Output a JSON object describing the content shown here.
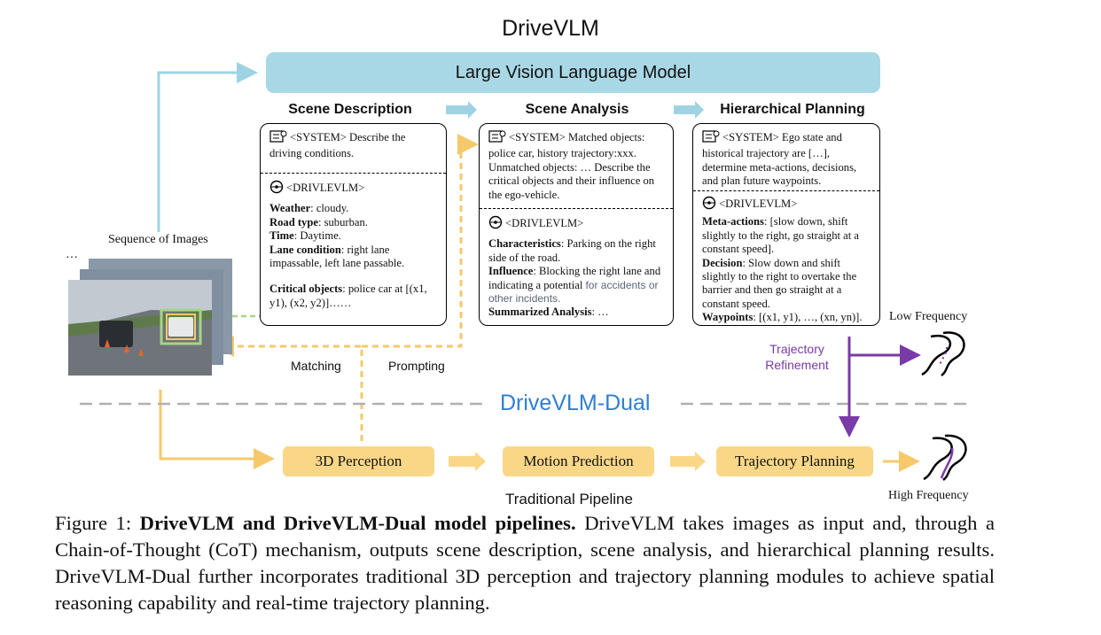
{
  "title": "DriveVLM",
  "llm_bar": "Large Vision Language Model",
  "stages": {
    "scene_description": "Scene Description",
    "scene_analysis": "Scene Analysis",
    "hierarchical_planning": "Hierarchical Planning"
  },
  "panel_description": {
    "system": "<SYSTEM> Describe the driving conditions.",
    "drivelvlm": "<DRIVLEVLM>",
    "weather_k": "Weather",
    "weather_v": ": cloudy.",
    "road_k": "Road type",
    "road_v": ": suburban.",
    "time_k": "Time",
    "time_v": ": Daytime.",
    "lane_k": "Lane condition",
    "lane_v": ": right lane impassable, left lane passable.",
    "critical_k": "Critical objects",
    "critical_v": ": police car at [(x1, y1), (x2, y2)]……"
  },
  "panel_analysis": {
    "system": "<SYSTEM> Matched objects: police car, history trajectory:xxx. Unmatched objects: … Describe the critical objects and their influence on the ego-vehicle.",
    "drivelvlm": "<DRIVLEVLM>",
    "char_k": "Characteristics",
    "char_v": ": Parking on the right side of the road.",
    "infl_k": "Influence",
    "infl_v": ": Blocking the right lane and indicating a potential ",
    "infl_v2": "for accidents or other incidents.",
    "sum_k": "Summarized Analysis",
    "sum_v": ": …"
  },
  "panel_planning": {
    "system": "<SYSTEM> Ego state and historical trajectory are […], determine meta-actions, decisions, and plan future waypoints.",
    "drivelvlm": "<DRIVLEVLM>",
    "meta_k": "Meta-actions",
    "meta_v": ": [slow down, shift slightly to the right, go straight at a constant speed].",
    "dec_k": "Decision",
    "dec_v": ": Slow down and shift slightly to the right to overtake the barrier and then go straight at a constant speed.",
    "way_k": "Waypoints",
    "way_v": ": [(x1, y1), …, (xn, yn)]."
  },
  "labels": {
    "sequence": "Sequence of Images",
    "ellipsis": "…",
    "matching": "Matching",
    "prompting": "Prompting",
    "dual": "DriveVLM-Dual",
    "refinement": "Trajectory Refinement",
    "low_freq": "Low Frequency",
    "high_freq": "High Frequency",
    "traditional": "Traditional Pipeline"
  },
  "pipeline": [
    "3D Perception",
    "Motion Prediction",
    "Trajectory Planning"
  ],
  "caption": {
    "prefix": "Figure 1: ",
    "bold": "DriveVLM and DriveVLM-Dual model pipelines.",
    "text": " DriveVLM takes images as input and, through a Chain-of-Thought (CoT) mechanism, outputs scene description, scene analysis, and hierarchical planning results. DriveVLM-Dual further incorporates traditional 3D perception and trajectory planning modules to achieve spatial reasoning capability and real-time trajectory planning."
  },
  "colors": {
    "llm": "#a8d8e6",
    "light_blue_arrow": "#9fd3e4",
    "pipeline": "#fad786",
    "dashed_orange": "#f5c96b",
    "purple": "#7a3aa8",
    "dual_text": "#2f7fd3",
    "match_green": "#a6d489"
  }
}
